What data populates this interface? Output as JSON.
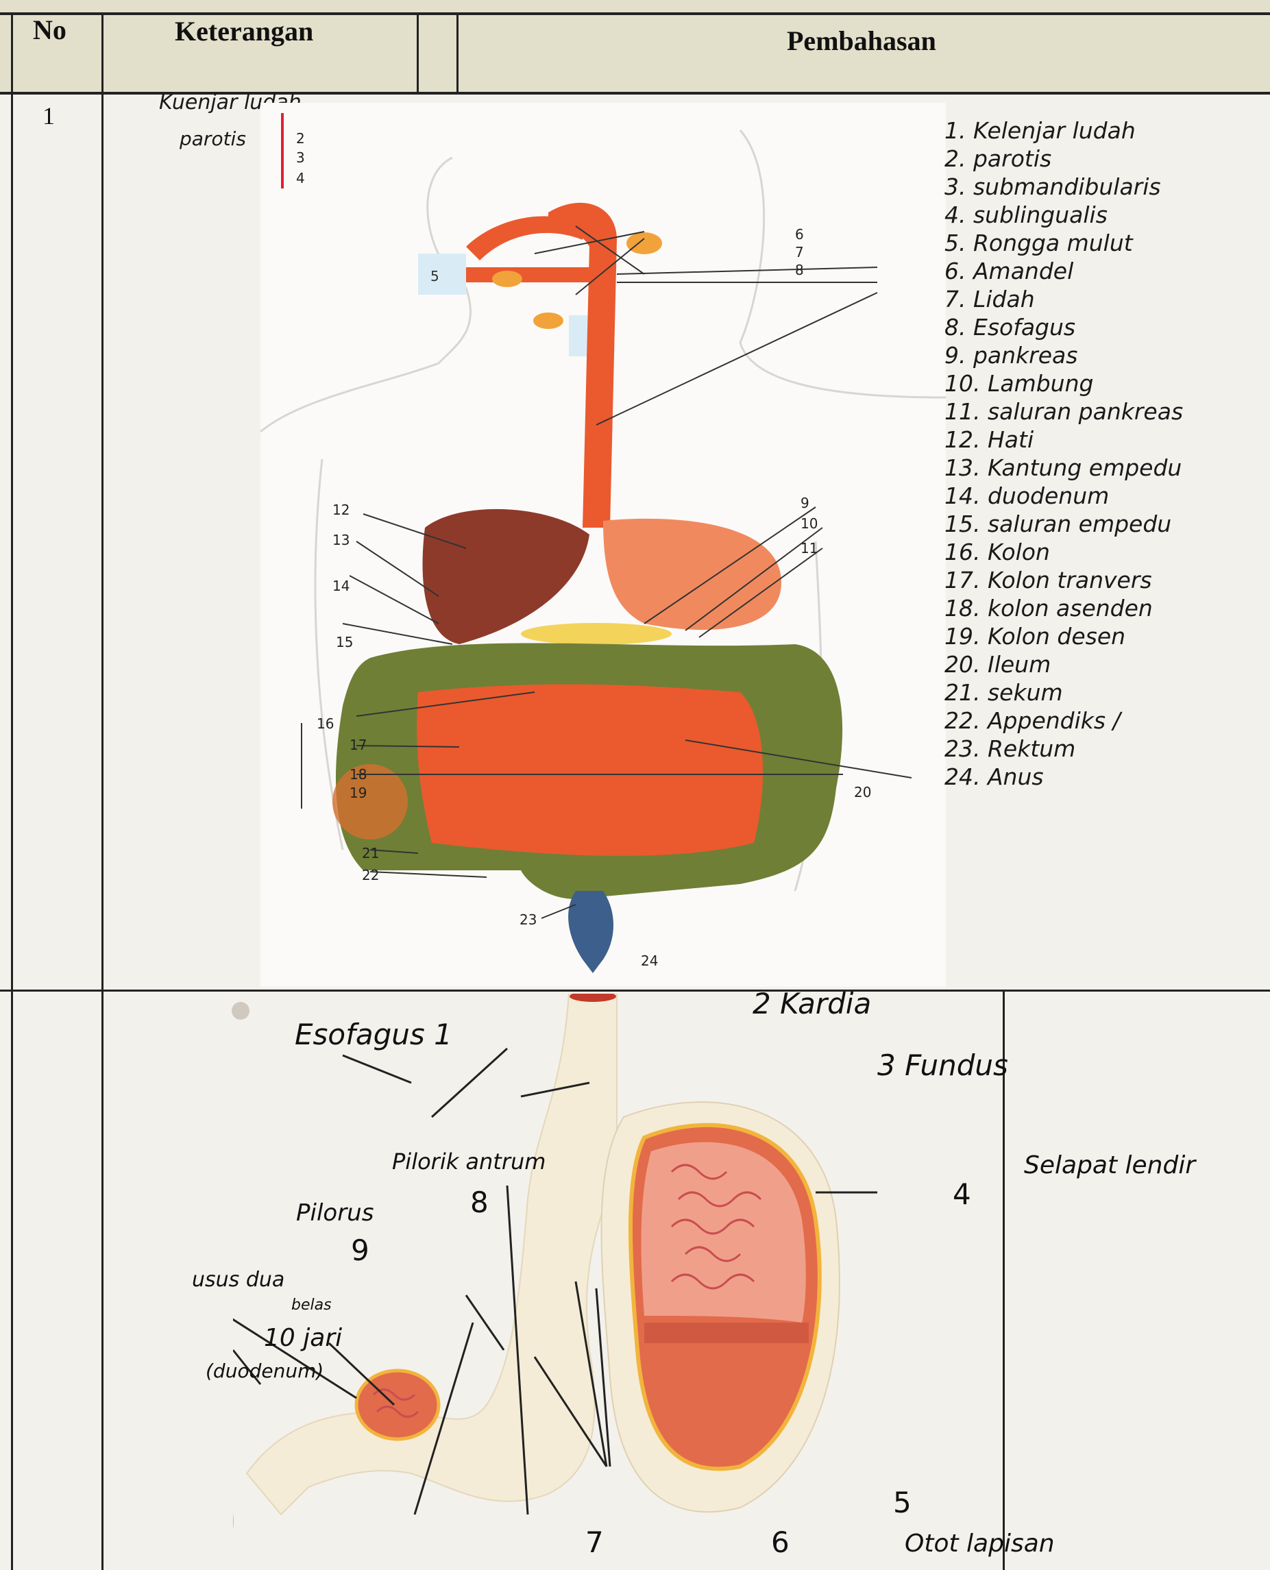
{
  "table": {
    "headers": {
      "no": "No",
      "keterangan": "Keterangan",
      "pembahasan": "Pembahasan"
    },
    "row1_no": "1"
  },
  "diagram1": {
    "handwritten_label": [
      "Kuenjar ludah",
      "parotis"
    ],
    "numbers": [
      "2",
      "3",
      "4",
      "5",
      "6",
      "7",
      "8",
      "9",
      "10",
      "11",
      "12",
      "13",
      "14",
      "15",
      "16",
      "17",
      "18",
      "19",
      "20",
      "21",
      "22",
      "23",
      "24"
    ]
  },
  "answers": [
    "1. Kelenjar ludah",
    "2. parotis",
    "3. submandibularis",
    "4. sublingualis",
    "5. Rongga mulut",
    "6. Amandel",
    "7. Lidah",
    "8. Esofagus",
    "9. pankreas",
    "10. Lambung",
    "11. saluran pankreas",
    "12. Hati",
    "13. Kantung empedu",
    "14. duodenum",
    "15. saluran empedu",
    "16. Kolon",
    "17. Kolon tranvers",
    "18. kolon asenden",
    "19. Kolon desen",
    "20. Ileum",
    "21. sekum",
    "22. Appendiks /",
    "23. Rektum",
    "24. Anus"
  ],
  "diagram2": {
    "esofagus": "Esofagus 1",
    "kardia": "2 Kardia",
    "fundus": "3 Fundus",
    "n4": "4",
    "selapat": "Selapat lendir",
    "pilorik_antrum": "Pilorik antrum",
    "n8": "8",
    "pilorus": "Pilorus",
    "n9": "9",
    "usus": "usus dua",
    "belas": "belas",
    "duabelas": "10 jari",
    "duodenum": "(duodenum)",
    "n5": "5",
    "n7": "7",
    "n6": "6",
    "otot": "Otot lapisan"
  },
  "colors": {
    "header_bg": "#e2dfcb",
    "organ_red": "#ea5a2e",
    "colon_green": "#6f7f36",
    "liver": "#8e3a2b"
  }
}
